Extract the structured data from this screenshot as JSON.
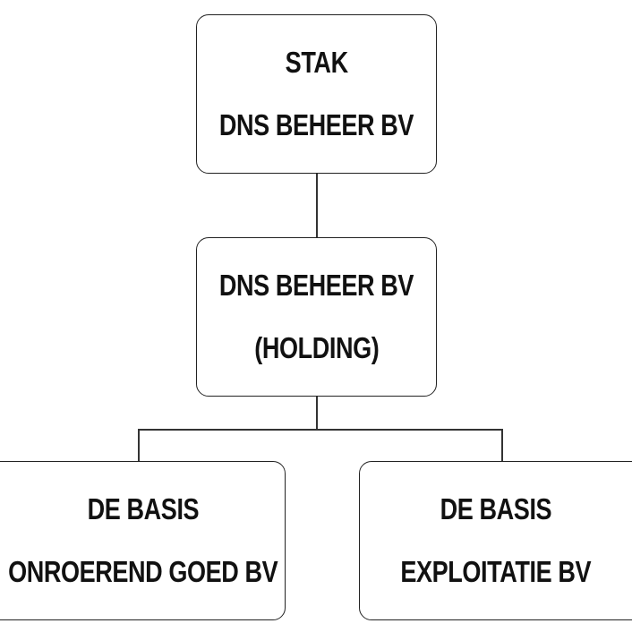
{
  "nodes": {
    "top": {
      "lines": [
        "STAK",
        "DNS BEHEER BV"
      ]
    },
    "middle": {
      "lines": [
        "DNS BEHEER BV",
        "(HOLDING)"
      ]
    },
    "left": {
      "lines": [
        "DE BASIS",
        "ONROEREND GOED BV"
      ]
    },
    "right": {
      "lines": [
        "DE BASIS",
        "EXPLOITATIE BV"
      ]
    }
  }
}
